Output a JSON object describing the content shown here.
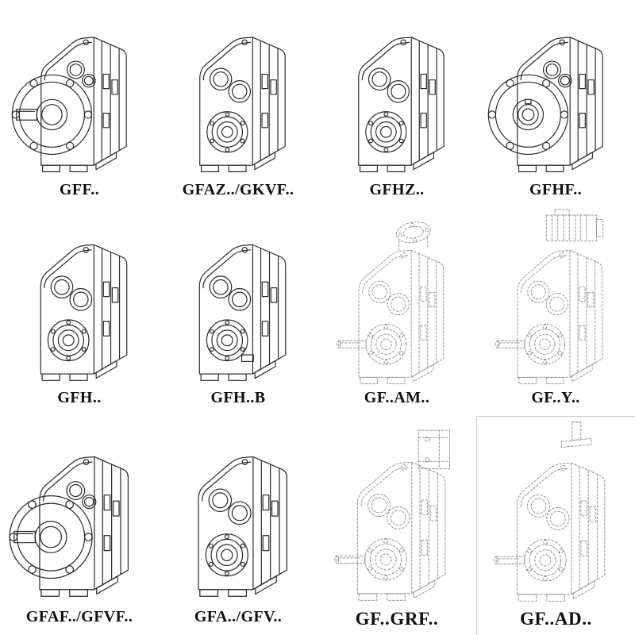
{
  "page": {
    "background": "#ffffff",
    "description_colors": {
      "solid_line": "#2b2b2b",
      "phantom_line": "#8f8f8f",
      "label_text": "#101010",
      "cell_border": "#c9c9c9"
    }
  },
  "catalog": {
    "items": [
      {
        "label": "GFF..",
        "drawing": "gearbox-flange-solid-shaft",
        "line_style": "solid"
      },
      {
        "label": "GFAZ../GKVF..",
        "drawing": "gearbox-shaft-mounted-bores",
        "line_style": "solid"
      },
      {
        "label": "GFHZ..",
        "drawing": "gearbox-hollow-shaft-bores",
        "line_style": "solid"
      },
      {
        "label": "GFHF..",
        "drawing": "gearbox-flange-hollow-shaft",
        "line_style": "solid"
      },
      {
        "label": "GFH..",
        "drawing": "gearbox-hollow-shaft-bores",
        "line_style": "solid"
      },
      {
        "label": "GFH..B",
        "drawing": "gearbox-hollow-shaft-fixing-element",
        "line_style": "solid"
      },
      {
        "label": "GF..AM..",
        "drawing": "gearbox-iec-adapter-flange-phantom",
        "line_style": "dashed"
      },
      {
        "label": "GF..Y..",
        "drawing": "gearbox-with-motor-phantom",
        "line_style": "dashed"
      },
      {
        "label": "GFAF../GFVF..",
        "drawing": "gearbox-flange-solid-shaft",
        "line_style": "solid"
      },
      {
        "label": "GFA../GFV..",
        "drawing": "gearbox-shaft-mounted-bores",
        "line_style": "solid"
      },
      {
        "label": "GF..GRF..",
        "drawing": "gearbox-side-adapter-phantom",
        "line_style": "dashed"
      },
      {
        "label": "GF..AD..",
        "drawing": "gearbox-input-shaft-adapter-phantom",
        "line_style": "dashed"
      }
    ]
  }
}
